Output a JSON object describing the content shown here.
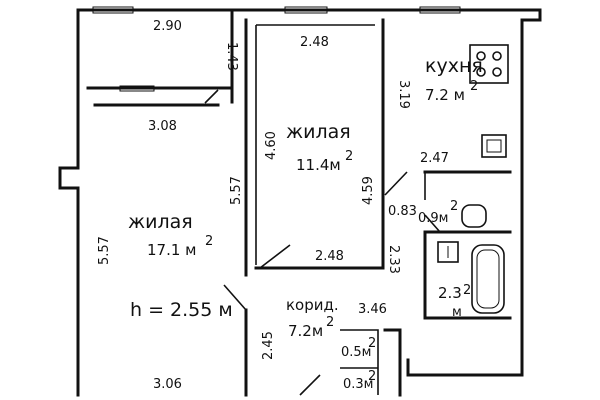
{
  "rooms": {
    "living_large": {
      "name": "жилая",
      "area": "17.1 м",
      "area_sup": "2"
    },
    "living_small": {
      "name": "жилая",
      "area": "11.4м",
      "area_sup": "2"
    },
    "kitchen": {
      "name": "кухня",
      "area": "7.2 м",
      "area_sup": "2"
    },
    "corridor": {
      "name": "корид.",
      "area": "7.2м",
      "area_sup": "2"
    },
    "toilet": {
      "area": "0.9м",
      "area_sup": "2"
    },
    "bath": {
      "area_main": "2.3",
      "area_sup": "2",
      "area_unit": "м"
    },
    "closet_a": {
      "area": "0.5м",
      "area_sup": "2"
    },
    "closet_b": {
      "area": "0.3м",
      "area_sup": "2"
    }
  },
  "ceiling_height": "h = 2.55 м",
  "dimensions": {
    "balcony_width": "2.90",
    "balcony_depth": "1.43",
    "large_room_top": "3.08",
    "large_room_left": "5.57",
    "large_room_right": "5.57",
    "large_room_bottom": "3.06",
    "small_room_top": "2.48",
    "small_room_left": "4.60",
    "small_room_right": "4.59",
    "small_room_bottom": "2.48",
    "kitchen_left": "3.19",
    "kitchen_bottom": "2.47",
    "toilet_width": "0.83",
    "bath_left": "2.33",
    "corridor_left": "2.45",
    "corridor_right": "3.46"
  }
}
